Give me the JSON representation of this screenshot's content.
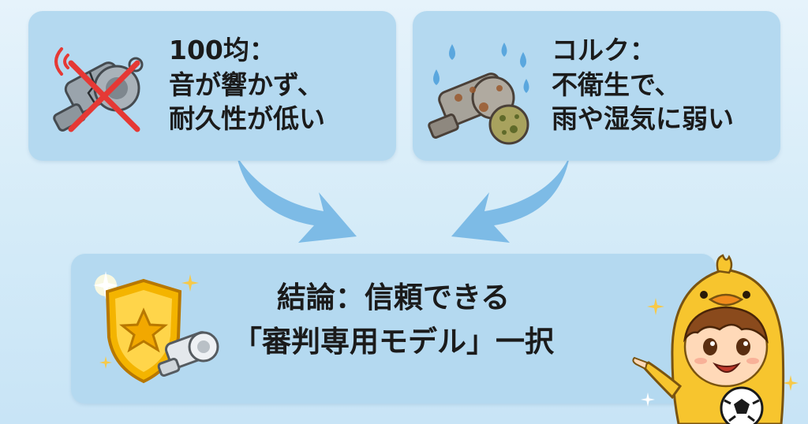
{
  "left_card": {
    "lines": [
      "100均：",
      "音が響かず、",
      "耐久性が低い"
    ],
    "icon": "broken-whistle-crossed-icon",
    "accent": "#e53935"
  },
  "right_card": {
    "lines": [
      "コルク：",
      "不衛生で、",
      "雨や湿気に弱い"
    ],
    "icon": "rusty-whistle-water-drops-icon",
    "accent": "#5aa7de"
  },
  "conclusion": {
    "lines": [
      "結論：信頼できる",
      "「審判専用モデル」一択"
    ],
    "icon": "gold-shield-star-whistle-icon",
    "accent": "#f4b400"
  },
  "mascot": {
    "icon": "duck-hood-boy-with-soccer-ball-icon"
  },
  "colors": {
    "card": "#b4d9f0",
    "arrow": "#6fb3e3",
    "background": "#d4ebf8"
  }
}
